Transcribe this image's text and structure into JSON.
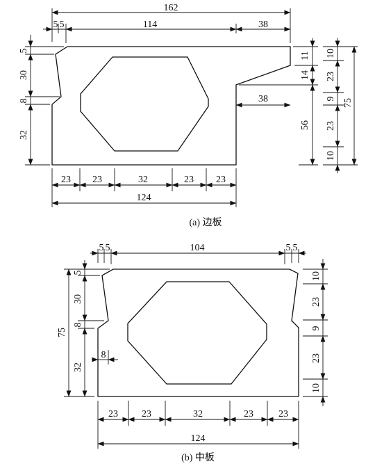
{
  "figure_a": {
    "caption": "(a) 边板",
    "top": {
      "overall": "162",
      "seg_left": "5",
      "seg_left2": "5",
      "seg_mid": "114",
      "seg_right": "38"
    },
    "left": {
      "d1": "5",
      "d2": "30",
      "d3": "8",
      "d4": "32"
    },
    "right_step": {
      "v1": "11",
      "v2": "14",
      "v3": "56",
      "h": "38"
    },
    "right_chain": {
      "c1": "10",
      "c2": "23",
      "c3": "9",
      "c4": "23",
      "c5": "10",
      "total": "75"
    },
    "bottom": {
      "b1": "23",
      "b2": "23",
      "b3": "32",
      "b4": "23",
      "b5": "23",
      "total": "124"
    }
  },
  "figure_b": {
    "caption": "(b) 中板",
    "top": {
      "l1": "5",
      "l2": "5",
      "mid": "104",
      "r1": "5",
      "r2": "5"
    },
    "left": {
      "total": "75",
      "d1": "5",
      "d2": "30",
      "d3": "8",
      "d4": "32",
      "notch": "8"
    },
    "right_chain": {
      "c1": "10",
      "c2": "23",
      "c3": "9",
      "c4": "23",
      "c5": "10"
    },
    "bottom": {
      "b1": "23",
      "b2": "23",
      "b3": "32",
      "b4": "23",
      "b5": "23",
      "total": "124"
    }
  }
}
